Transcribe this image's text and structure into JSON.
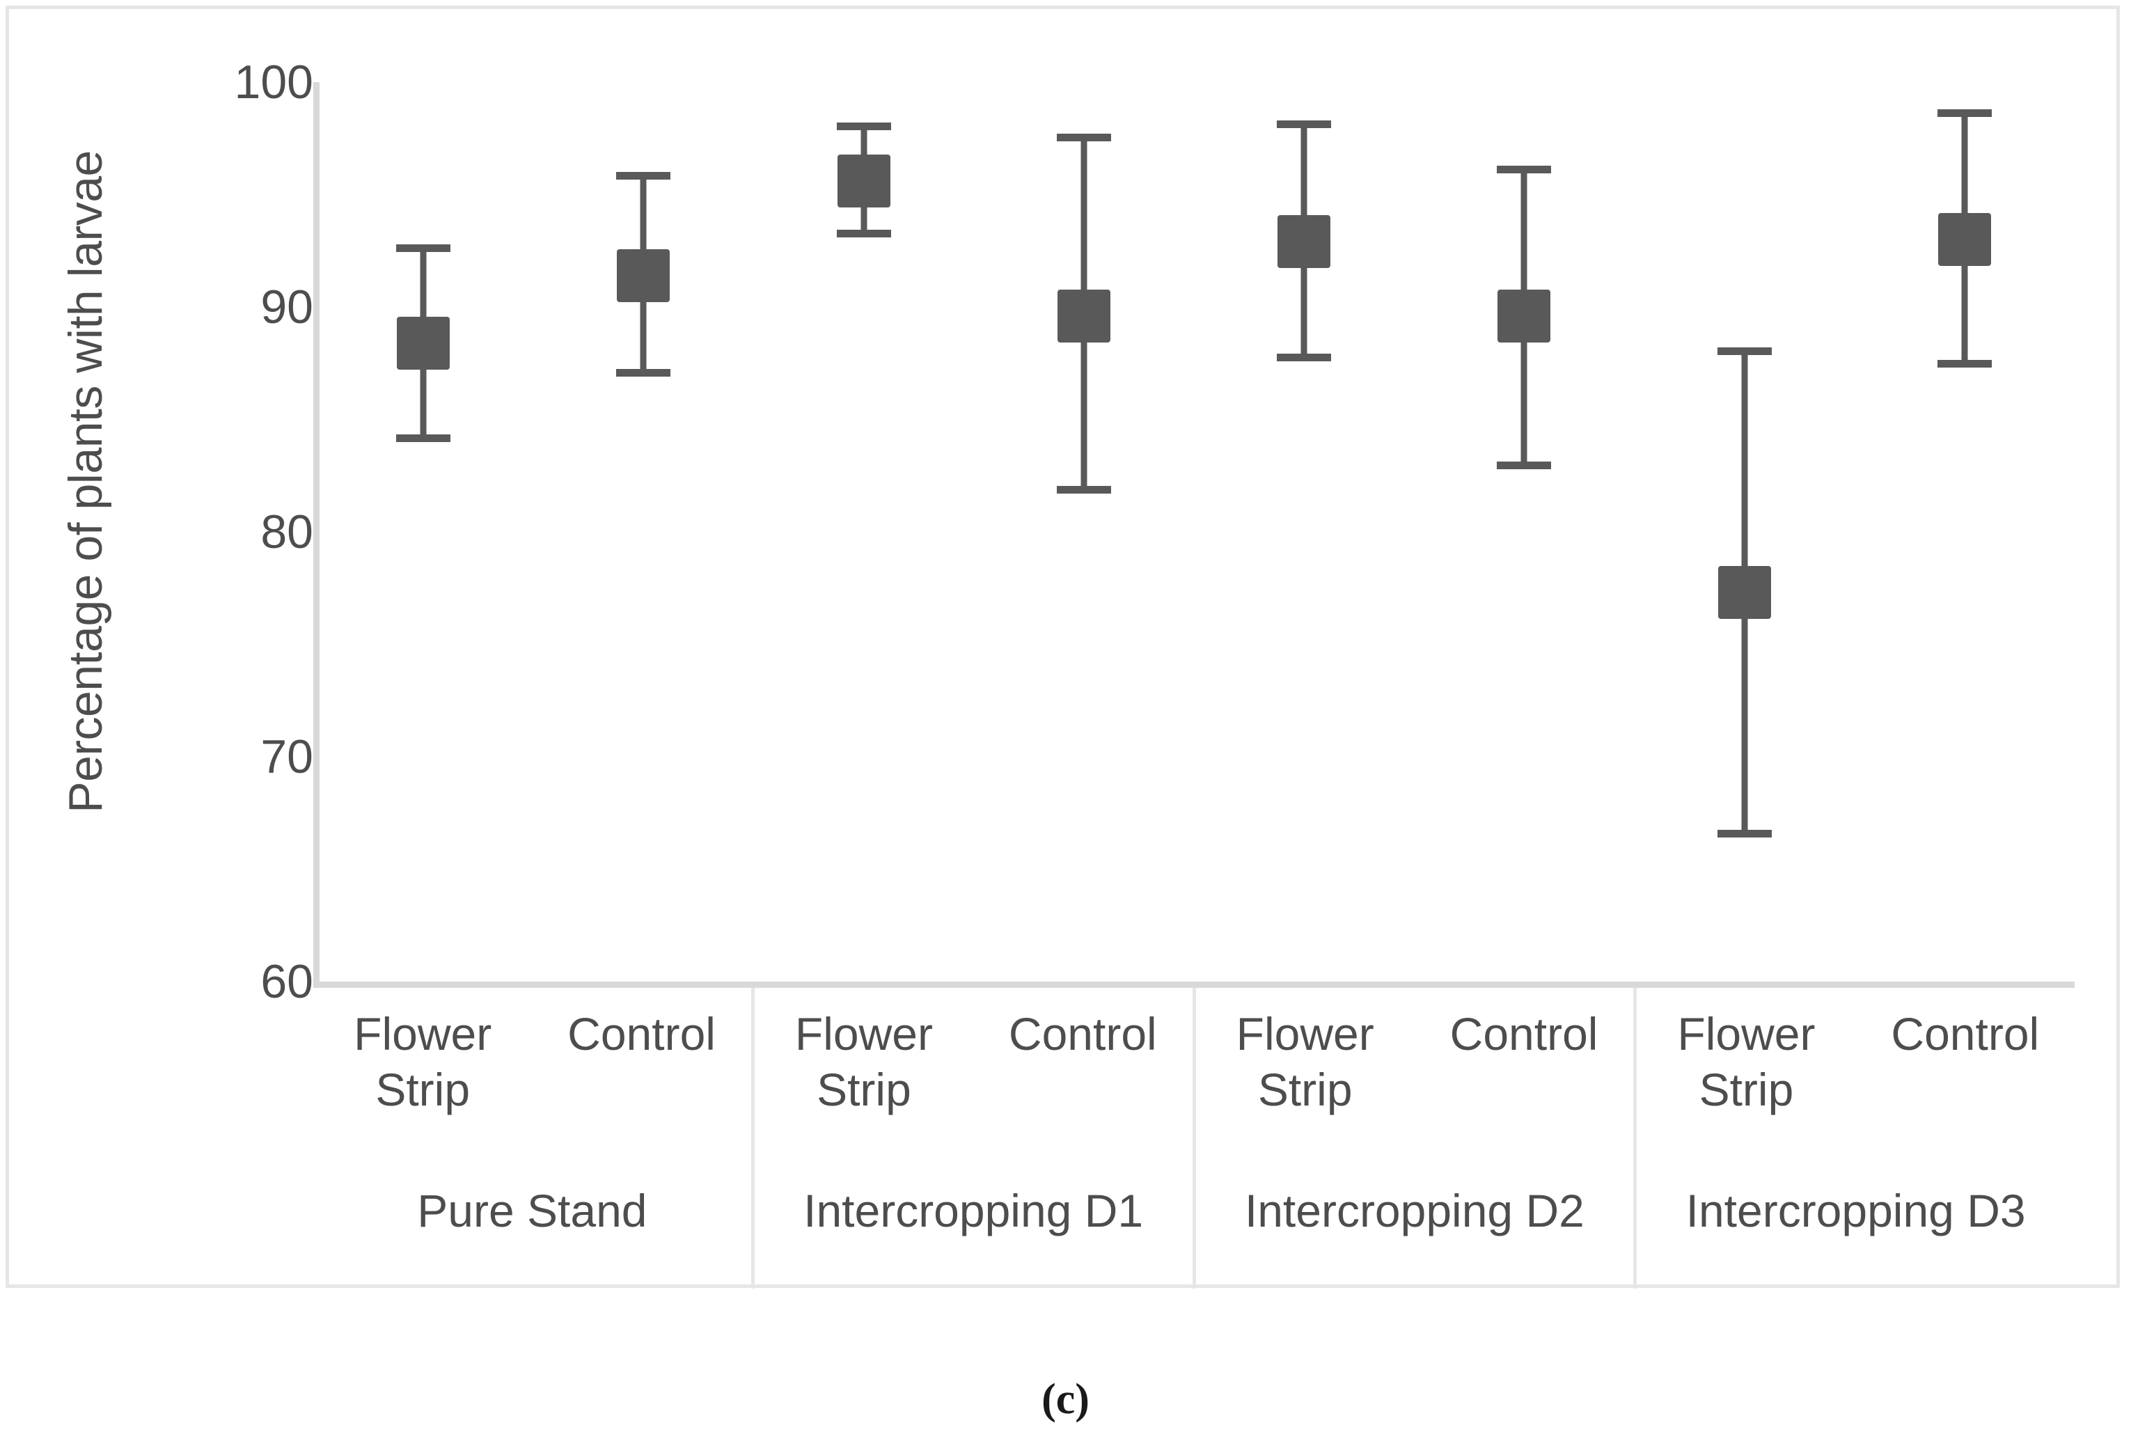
{
  "caption": "(c)",
  "chart_data": {
    "type": "scatter",
    "title": "",
    "xlabel": "",
    "ylabel": "Percentage of plants with larvae",
    "ylim": [
      60,
      100
    ],
    "yticks": [
      "100",
      "90",
      "80",
      "70",
      "60"
    ],
    "ytick_values": [
      100,
      90,
      80,
      70,
      60
    ],
    "grid": false,
    "legend": "none",
    "error_bar_style": "mean with error bars (upper/lower)",
    "groups": [
      {
        "name": "Pure Stand",
        "subcategories": [
          "Flower Strip",
          "Control"
        ]
      },
      {
        "name": "Intercropping D1",
        "subcategories": [
          "Flower Strip",
          "Control"
        ]
      },
      {
        "name": "Intercropping D2",
        "subcategories": [
          "Flower Strip",
          "Control"
        ]
      },
      {
        "name": "Intercropping D3",
        "subcategories": [
          "Flower Strip",
          "Control"
        ]
      }
    ],
    "categories": [
      "Pure Stand - Flower Strip",
      "Pure Stand - Control",
      "Intercropping D1 - Flower Strip",
      "Intercropping D1 - Control",
      "Intercropping D2 - Flower Strip",
      "Intercropping D2 - Control",
      "Intercropping D3 - Flower Strip",
      "Intercropping D3 - Control"
    ],
    "values": [
      88.4,
      91.4,
      95.6,
      89.6,
      92.9,
      89.6,
      77.3,
      93.0
    ],
    "error_upper": [
      92.8,
      96.0,
      98.2,
      97.7,
      98.3,
      96.3,
      88.2,
      98.8
    ],
    "error_lower": [
      84.0,
      86.9,
      93.1,
      81.7,
      87.6,
      82.8,
      66.4,
      87.3
    ],
    "marker_color": "#595959",
    "axis_color": "#d9d9d9"
  }
}
